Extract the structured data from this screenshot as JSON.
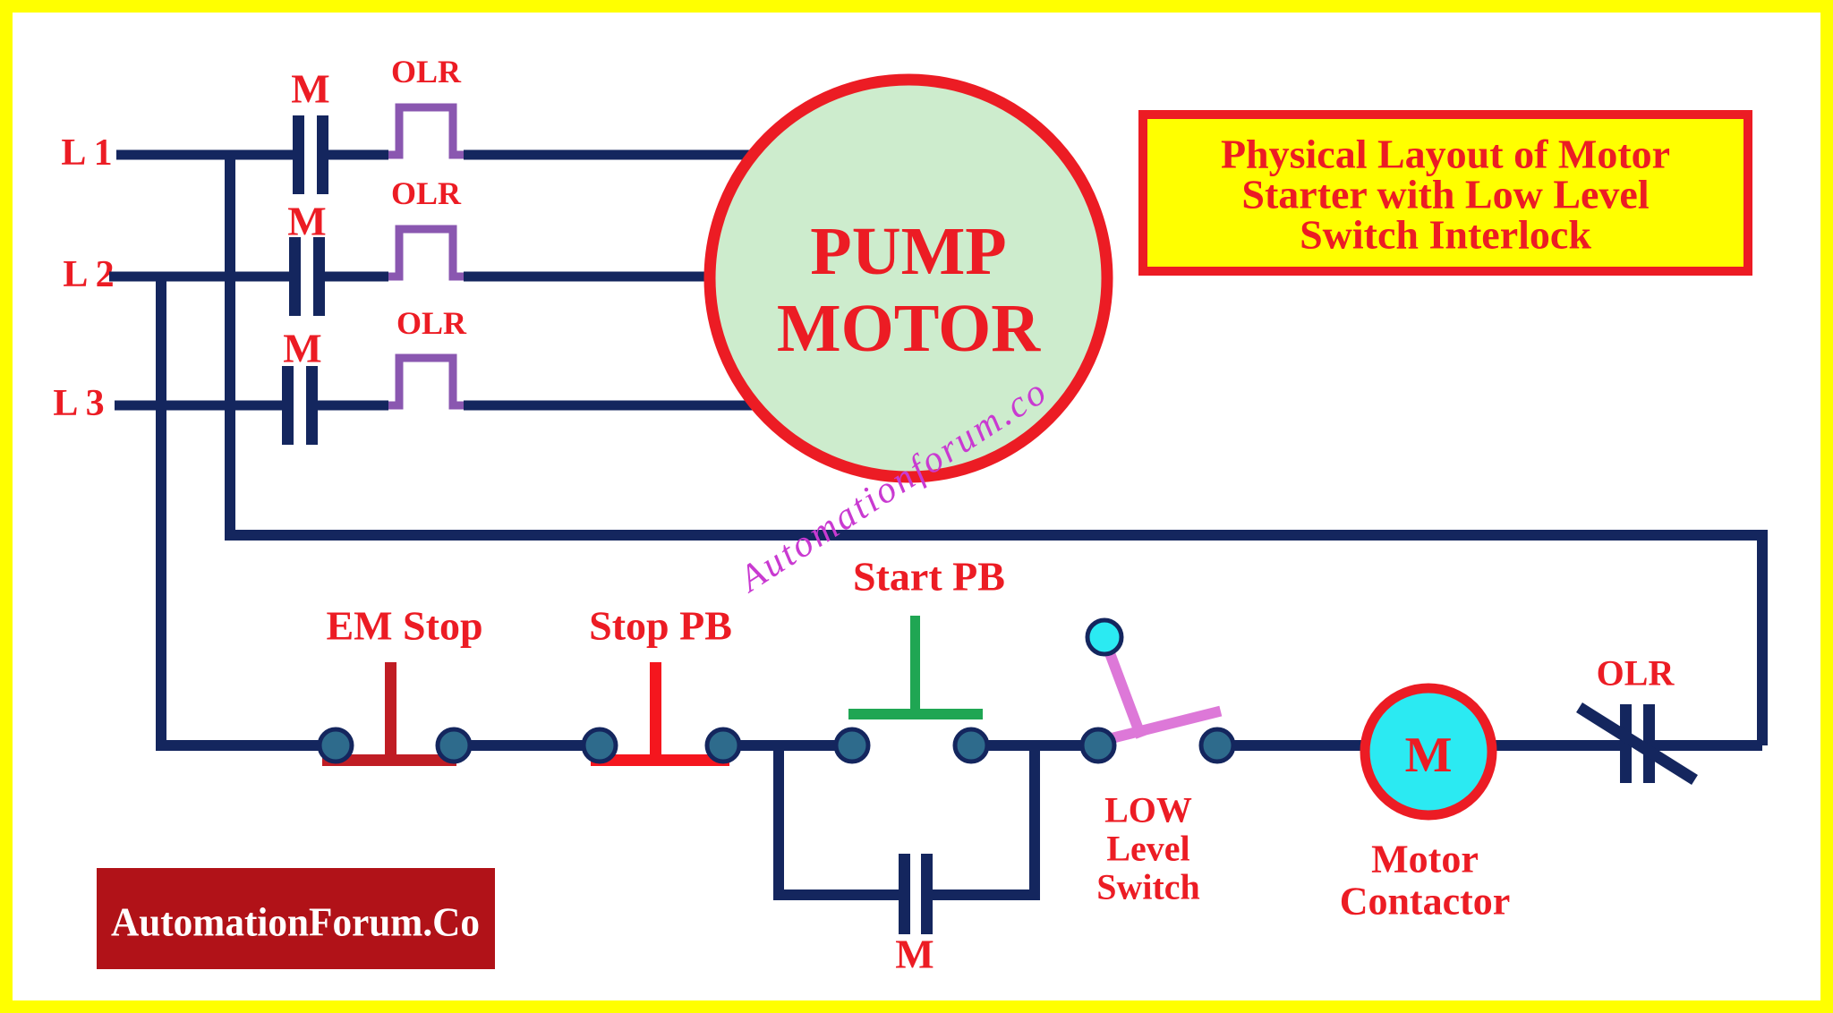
{
  "colors": {
    "navy": "#14265e",
    "red": "#ec1c24",
    "purple": "#8a57b0",
    "motor_fill": "#cdeccd",
    "cyan": "#2beaf2",
    "pink": "#dd78d8",
    "green": "#1fa653",
    "crimson": "#c01d24",
    "brightred": "#f5161e",
    "terminal": "#2e6b8c",
    "logo_bg": "#b11218",
    "yellow": "#ffff00",
    "magenta": "#c93ad1"
  },
  "title_box": {
    "lines": [
      "Physical Layout of Motor",
      "Starter with Low Level",
      "Switch Interlock"
    ]
  },
  "power": {
    "lines": [
      {
        "label": "L 1",
        "contact": "M",
        "olr": "OLR"
      },
      {
        "label": "L 2",
        "contact": "M",
        "olr": "OLR"
      },
      {
        "label": "L 3",
        "contact": "M",
        "olr": "OLR"
      }
    ]
  },
  "motor": {
    "name_line1": "PUMP",
    "name_line2": "MOTOR"
  },
  "watermark": {
    "text": "Automationforum.co"
  },
  "control": {
    "em_stop": "EM Stop",
    "stop_pb": "Stop PB",
    "start_pb": "Start PB",
    "low_level_switch": [
      "LOW",
      "Level",
      "Switch"
    ],
    "seal_in_contact": "M",
    "contactor_letter": "M",
    "contactor_label": [
      "Motor",
      "Contactor"
    ],
    "olr_contact": "OLR"
  },
  "logo": {
    "text": "AutomationForum.Co"
  }
}
